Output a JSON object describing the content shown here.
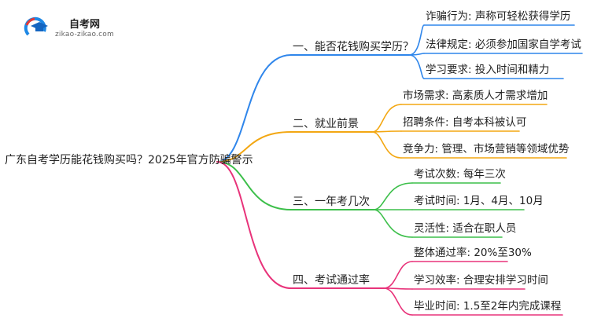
{
  "logo": {
    "title": "自考网",
    "url": "zikao-zikao.com",
    "colors": {
      "blue": "#1e88e5",
      "red": "#e53935",
      "cap": "#1565c0"
    }
  },
  "root": {
    "label": "广东自考学历能花钱购买吗？2025年官方防骗警示"
  },
  "branches": [
    {
      "label": "一、能否花钱购买学历？",
      "color": "#2f86eb",
      "leaves": [
        "诈骗行为: 声称可轻松获得学历",
        "法律规定: 必须参加国家自学考试",
        "学习要求: 投入时间和精力"
      ]
    },
    {
      "label": "二、就业前景",
      "color": "#f3a712",
      "leaves": [
        "市场需求: 高素质人才需求增加",
        "招聘条件: 自考本科被认可",
        "竞争力: 管理、市场营销等领域优势"
      ]
    },
    {
      "label": "三、一年考几次",
      "color": "#3cbf4a",
      "leaves": [
        "考试次数: 每年三次",
        "考试时间: 1月、4月、10月",
        "灵活性: 适合在职人员"
      ]
    },
    {
      "label": "四、考试通过率",
      "color": "#e8337a",
      "leaves": [
        "整体通过率: 20%至30%",
        "学习效率: 合理安排学习时间",
        "毕业时间: 1.5至2年内完成课程"
      ]
    }
  ]
}
